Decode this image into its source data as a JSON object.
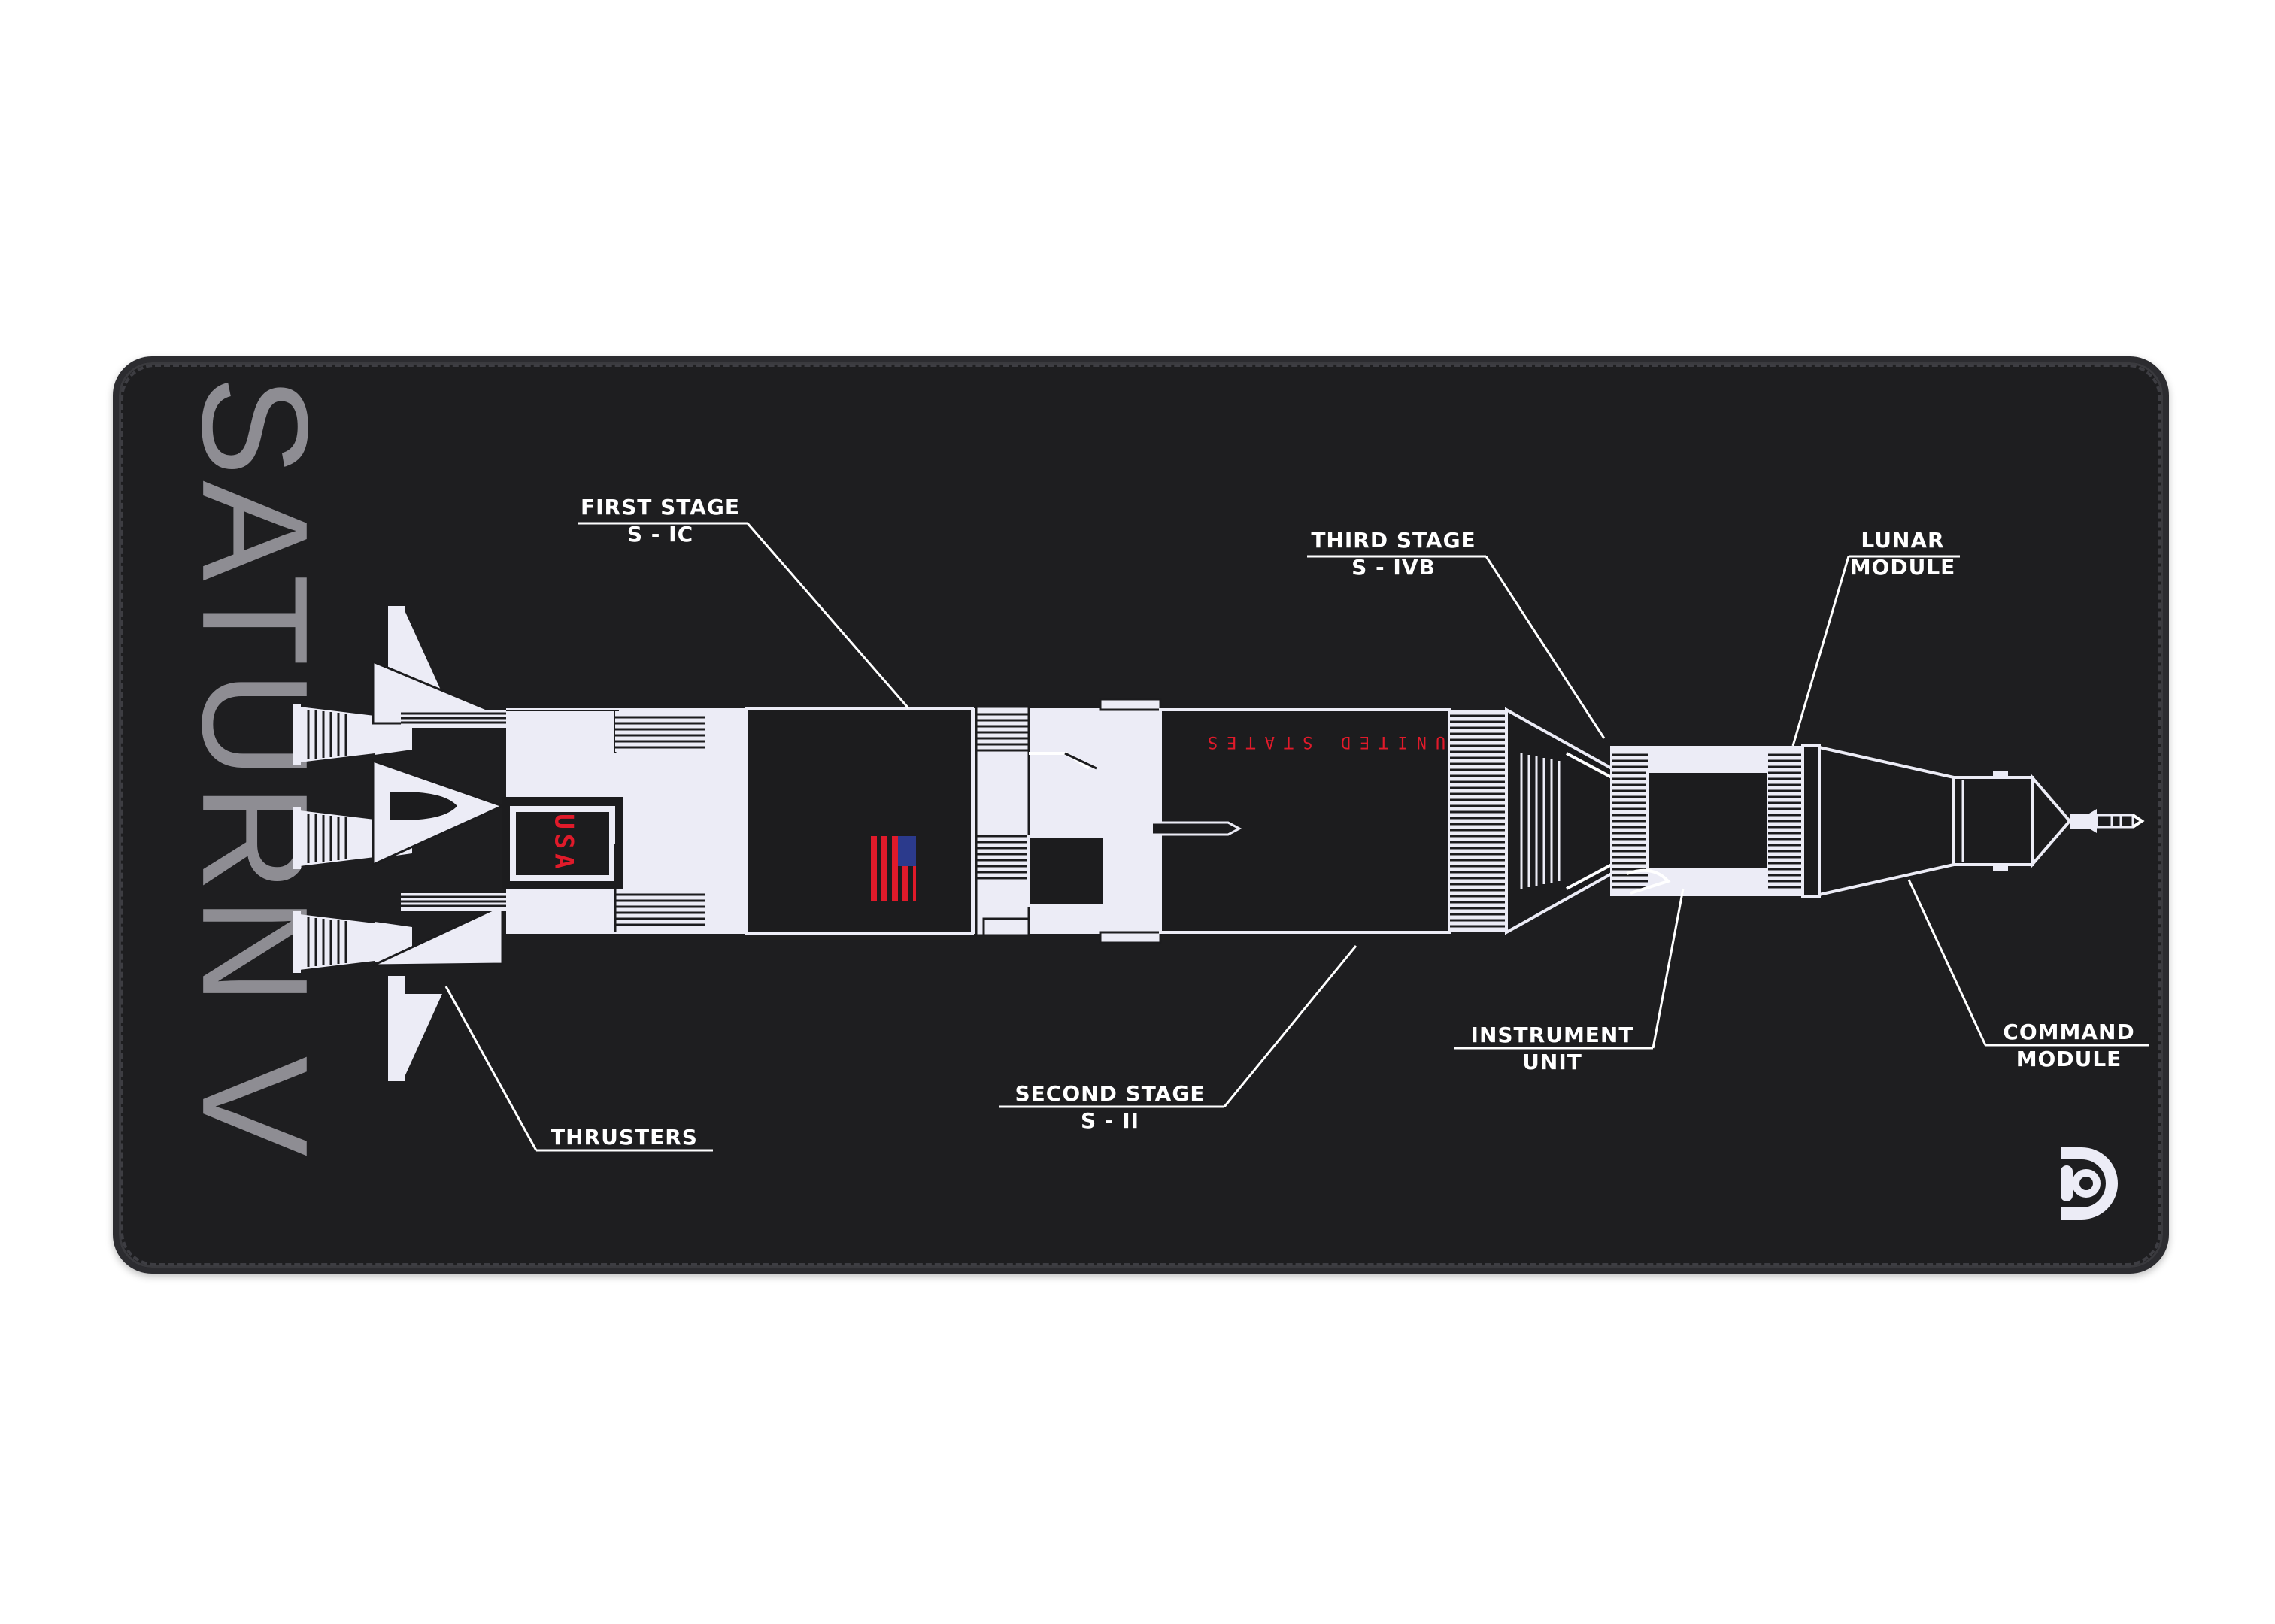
{
  "title": "SATURN V",
  "labels": {
    "first_stage": {
      "line1": "FIRST STAGE",
      "line2": "S - IC"
    },
    "third_stage": {
      "line1": "THIRD STAGE",
      "line2": "S - IVB"
    },
    "lunar_module": {
      "line1": "LUNAR",
      "line2": "MODULE"
    },
    "thrusters": {
      "line1": "THRUSTERS"
    },
    "second_stage": {
      "line1": "SECOND STAGE",
      "line2": "S - II"
    },
    "instrument_unit": {
      "line1": "INSTRUMENT",
      "line2": "UNIT"
    },
    "command_module": {
      "line1": "COMMAND",
      "line2": "MODULE"
    }
  },
  "rocket_text": {
    "usa": "USA",
    "united_states": "UNITED STATES"
  },
  "logo": "D",
  "colors": {
    "pad": "#1e1e20",
    "title_gray": "#8e8d93",
    "rocket_white": "#ececf6",
    "accent_red": "#e01a2a",
    "flag_blue": "#2b3a8c"
  }
}
